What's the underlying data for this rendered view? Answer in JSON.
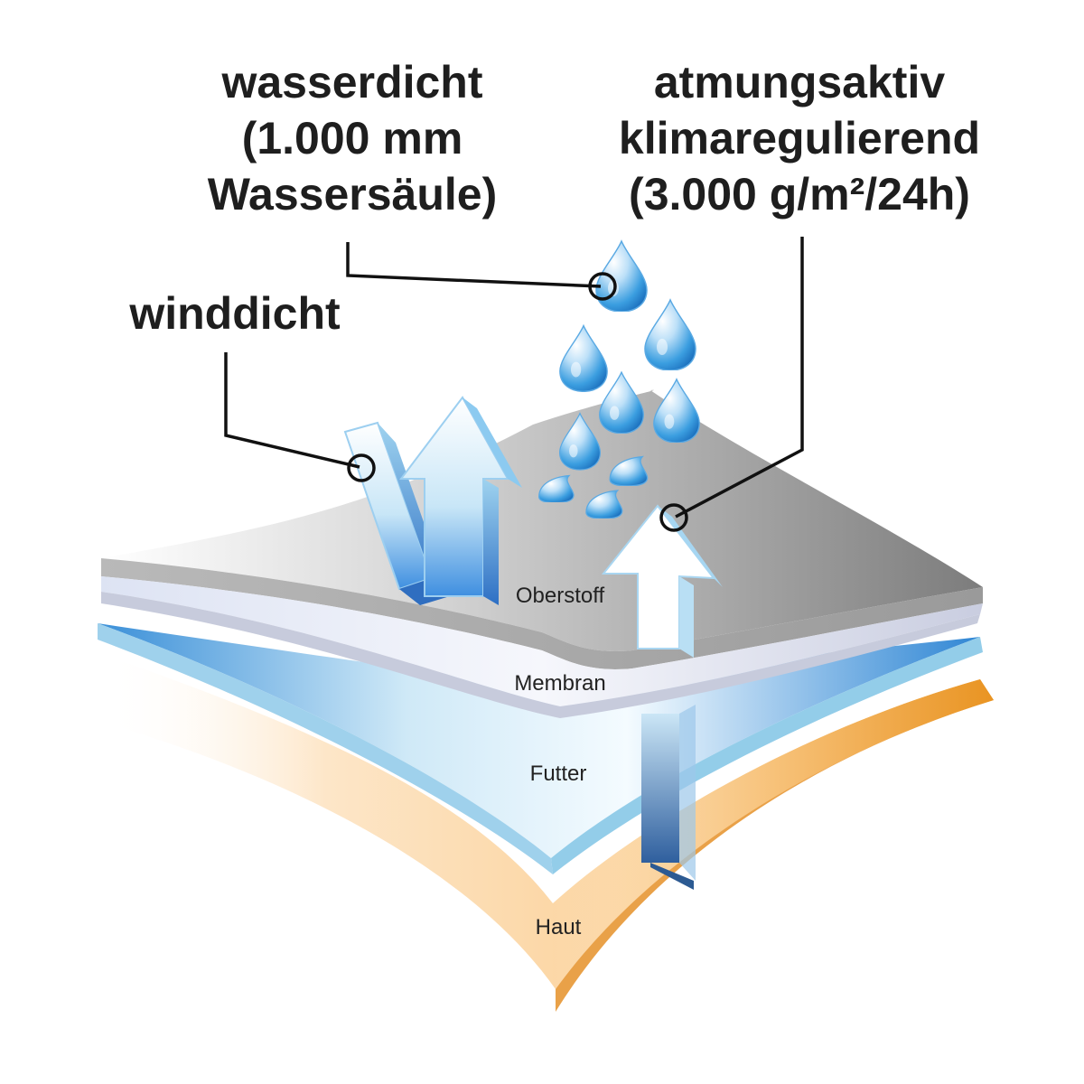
{
  "callouts": {
    "waterproof": {
      "line1": "wasserdicht",
      "line2": "(1.000 mm",
      "line3": "Wassersäule)"
    },
    "breathable": {
      "line1": "atmungsaktiv",
      "line2": "klimaregulierend",
      "line3": "(3.000 g/m²/24h)"
    },
    "windproof": {
      "line1": "winddicht"
    }
  },
  "layers": {
    "outer": "Oberstoff",
    "membrane": "Membran",
    "lining": "Futter",
    "skin": "Haut"
  },
  "colors": {
    "outer_fabric": "#8c8c8c",
    "membrane": "#f0f1f8",
    "lining": "#8ac6e4",
    "skin": "#f2a33a",
    "water_drop": "#3b9ee0",
    "text": "#1e1e1e"
  }
}
